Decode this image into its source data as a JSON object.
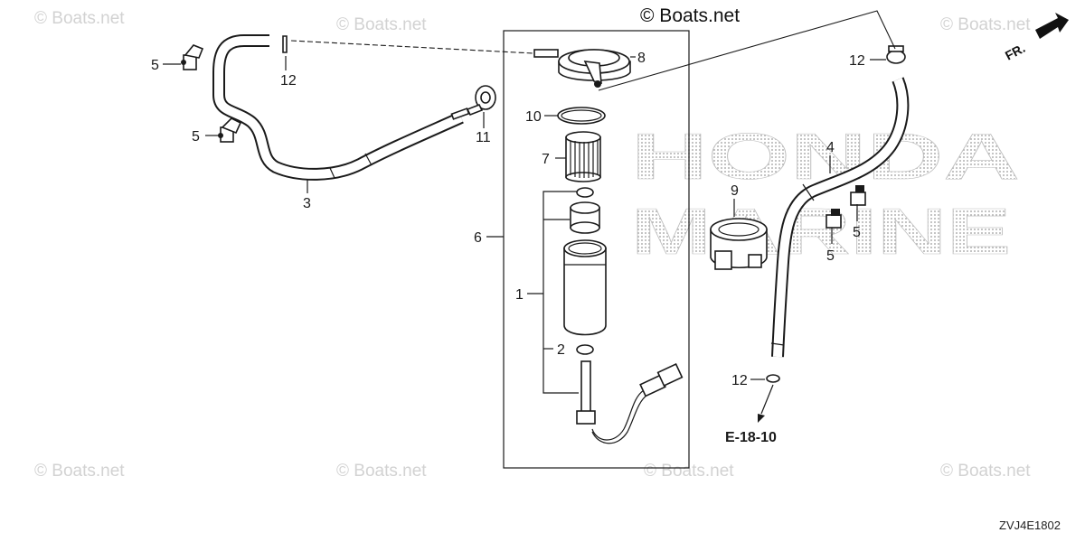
{
  "watermarks": [
    "© Boats.net",
    "© Boats.net",
    "© Boats.net",
    "© Boats.net",
    "© Boats.net",
    "© Boats.net",
    "© Boats.net",
    "© Boats.net"
  ],
  "brand": {
    "line1": "HONDA",
    "line2": "MARINE"
  },
  "direction": "FR.",
  "diagram_code": "ZVJ4E1802",
  "reference": "E-18-10",
  "callouts": [
    "5",
    "12",
    "5",
    "3",
    "11",
    "8",
    "10",
    "7",
    "6",
    "1",
    "2",
    "9",
    "4",
    "12",
    "5",
    "5",
    "12"
  ],
  "colors": {
    "line": "#1a1a1a",
    "watermark": "#d2d2d2",
    "dots": "#9a9a9a"
  }
}
